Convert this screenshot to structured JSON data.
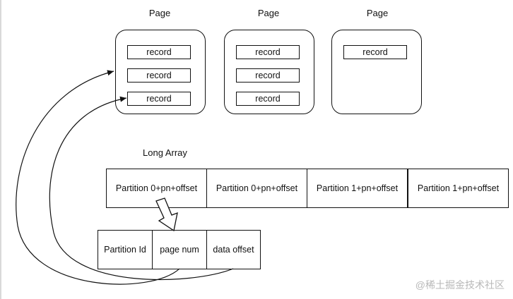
{
  "pages": [
    {
      "title": "Page",
      "records": [
        "record",
        "record",
        "record"
      ]
    },
    {
      "title": "Page",
      "records": [
        "record",
        "record",
        "record"
      ]
    },
    {
      "title": "Page",
      "records": [
        "record"
      ]
    }
  ],
  "long_array": {
    "title": "Long Array",
    "cells": [
      "Partition 0+pn+offset",
      "Partition 0+pn+offset",
      "Partition 1+pn+offset",
      "Partition 1+pn+offset"
    ]
  },
  "pointer_struct": {
    "cells": [
      "Partition Id",
      "page num",
      "data offset"
    ]
  },
  "watermark": "@稀土掘金技术社区"
}
